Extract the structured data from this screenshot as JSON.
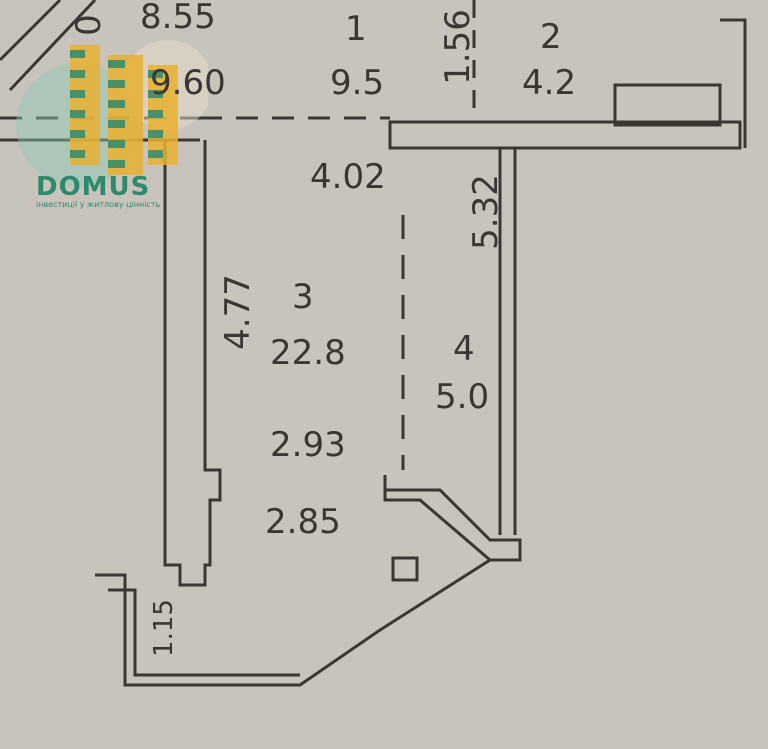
{
  "plan": {
    "rooms": [
      {
        "number": "1",
        "area": "9.5"
      },
      {
        "number": "2",
        "area": "4.2"
      },
      {
        "number": "3",
        "area": "22.8"
      },
      {
        "number": "4",
        "area": "5.0"
      }
    ],
    "dimensions": {
      "d1": "8.55",
      "d2": "9.60",
      "d3": "1.56",
      "d4": "4.02",
      "d5": "5.32",
      "d6": "4.77",
      "d7": "2.93",
      "d8": "2.85",
      "d9": "1.15",
      "d10": "0"
    }
  },
  "watermark": {
    "brand": "DOMUS",
    "tagline": "інвестиції у житлову цінність"
  },
  "colors": {
    "paper": "#c9c4bb",
    "ink": "#3a3733",
    "brand_green": "#2f8a6c",
    "brand_yellow": "#e8b030"
  }
}
